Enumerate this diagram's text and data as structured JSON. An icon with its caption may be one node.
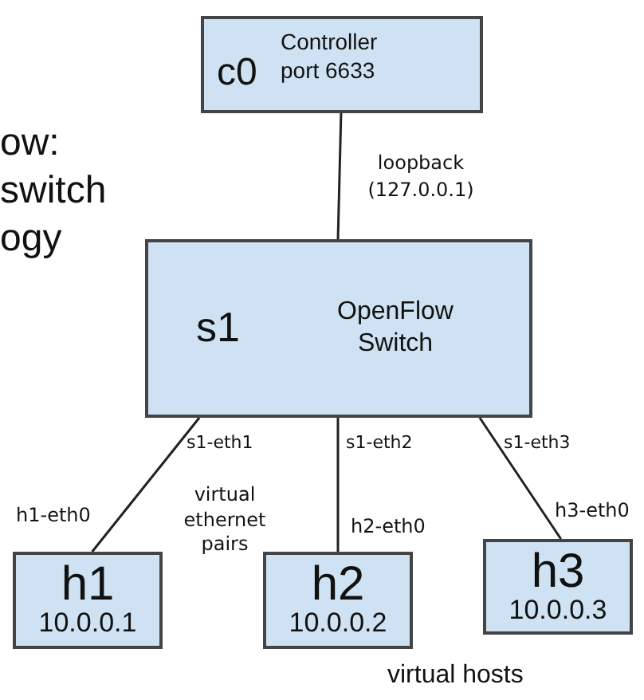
{
  "diagram": {
    "nodes": [
      {
        "text": [
          "c0",
          "Controller port 6633"
        ]
      },
      {
        "text": [
          "s1",
          "OpenFlow Switch"
        ]
      },
      {
        "text": [
          "h1",
          "10.0.0.1"
        ]
      },
      {
        "text": [
          "h2",
          "10.0.0.2"
        ]
      },
      {
        "text": [
          "h3",
          "10.0.0.3"
        ]
      }
    ],
    "edges": [
      {
        "from": 0,
        "to": 1,
        "arrow": "none",
        "label": "loopback (127.0.0.1)"
      },
      {
        "from": 1,
        "to": 2,
        "arrow": "none"
      },
      {
        "from": 1,
        "to": 3,
        "arrow": "none"
      },
      {
        "from": 1,
        "to": 4,
        "arrow": "none"
      }
    ],
    "labels": [
      "ow:",
      "switch",
      "ogy",
      "s1-eth1",
      "s1-eth2",
      "s1-eth3",
      "h1-eth0",
      "virtual ethernet pairs",
      "h2-eth0",
      "h3-eth0",
      "virtual hosts"
    ]
  }
}
